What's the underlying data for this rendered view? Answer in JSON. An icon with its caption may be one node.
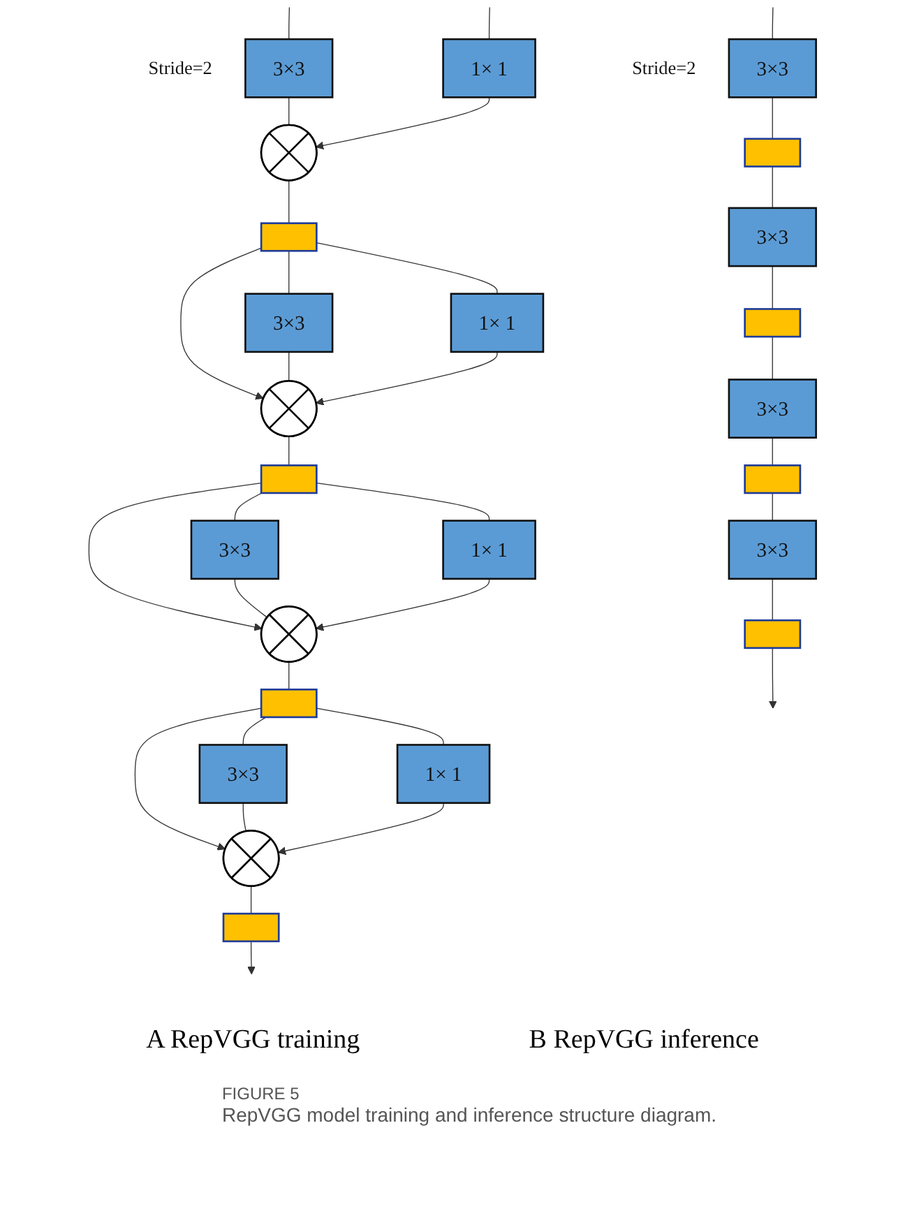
{
  "diagram": {
    "caption": "RepVGG model training and inference structure diagram.",
    "nodes": [
      {
        "text": [
          "3×3"
        ],
        "beside": [
          "Stride=2"
        ]
      },
      {
        "text": [
          "1× 1"
        ]
      },
      {
        "text": [],
        "shape": "circle"
      },
      {
        "text": [],
        "shape": "bar"
      },
      {
        "text": [
          "3×3"
        ]
      },
      {
        "text": [
          "1× 1"
        ]
      },
      {
        "text": [],
        "shape": "circle"
      },
      {
        "text": [],
        "shape": "bar"
      },
      {
        "text": [
          "3×3"
        ]
      },
      {
        "text": [
          "1× 1"
        ]
      },
      {
        "text": [],
        "shape": "circle"
      },
      {
        "text": [],
        "shape": "bar"
      },
      {
        "text": [
          "3×3"
        ]
      },
      {
        "text": [
          "1× 1"
        ]
      },
      {
        "text": [],
        "shape": "circle"
      },
      {
        "text": [],
        "shape": "bar"
      },
      {
        "text": [
          "3×3"
        ],
        "beside": [
          "Stride=2"
        ]
      },
      {
        "text": [],
        "shape": "bar"
      },
      {
        "text": [
          "3×3"
        ]
      },
      {
        "text": [],
        "shape": "bar"
      },
      {
        "text": [
          "3×3"
        ]
      },
      {
        "text": [],
        "shape": "bar"
      },
      {
        "text": [
          "3×3"
        ]
      },
      {
        "text": [],
        "shape": "bar"
      }
    ],
    "edges": [
      {
        "from": null,
        "to": 0,
        "arrow": "none"
      },
      {
        "from": null,
        "to": 1,
        "arrow": "none"
      },
      {
        "from": 0,
        "to": 2,
        "arrow": "none"
      },
      {
        "from": 1,
        "to": 2,
        "arrow": "to"
      },
      {
        "from": 2,
        "to": 3,
        "arrow": "none"
      },
      {
        "from": 3,
        "to": 4,
        "arrow": "none"
      },
      {
        "from": 3,
        "to": 5,
        "arrow": "none"
      },
      {
        "from": 3,
        "to": 6,
        "arrow": "to"
      },
      {
        "from": 4,
        "to": 6,
        "arrow": "none"
      },
      {
        "from": 5,
        "to": 6,
        "arrow": "to"
      },
      {
        "from": 6,
        "to": 7,
        "arrow": "none"
      },
      {
        "from": 7,
        "to": 8,
        "arrow": "none"
      },
      {
        "from": 7,
        "to": 9,
        "arrow": "none"
      },
      {
        "from": 7,
        "to": 10,
        "arrow": "to"
      },
      {
        "from": 8,
        "to": 10,
        "arrow": "none"
      },
      {
        "from": 9,
        "to": 10,
        "arrow": "to"
      },
      {
        "from": 10,
        "to": 11,
        "arrow": "none"
      },
      {
        "from": 11,
        "to": 12,
        "arrow": "none"
      },
      {
        "from": 11,
        "to": 13,
        "arrow": "none"
      },
      {
        "from": 11,
        "to": 14,
        "arrow": "to"
      },
      {
        "from": 12,
        "to": 14,
        "arrow": "none"
      },
      {
        "from": 13,
        "to": 14,
        "arrow": "to"
      },
      {
        "from": 14,
        "to": 15,
        "arrow": "none"
      },
      {
        "from": 15,
        "to": null,
        "arrow": "to"
      },
      {
        "from": null,
        "to": 16,
        "arrow": "none"
      },
      {
        "from": 16,
        "to": 17,
        "arrow": "none"
      },
      {
        "from": 17,
        "to": 18,
        "arrow": "none"
      },
      {
        "from": 18,
        "to": 19,
        "arrow": "none"
      },
      {
        "from": 19,
        "to": 20,
        "arrow": "none"
      },
      {
        "from": 20,
        "to": 21,
        "arrow": "none"
      },
      {
        "from": 21,
        "to": 22,
        "arrow": "none"
      },
      {
        "from": 22,
        "to": 23,
        "arrow": "none"
      },
      {
        "from": 23,
        "to": null,
        "arrow": "to"
      }
    ],
    "labels": [
      "A RepVGG training",
      "B RepVGG inference",
      "FIGURE 5"
    ]
  }
}
